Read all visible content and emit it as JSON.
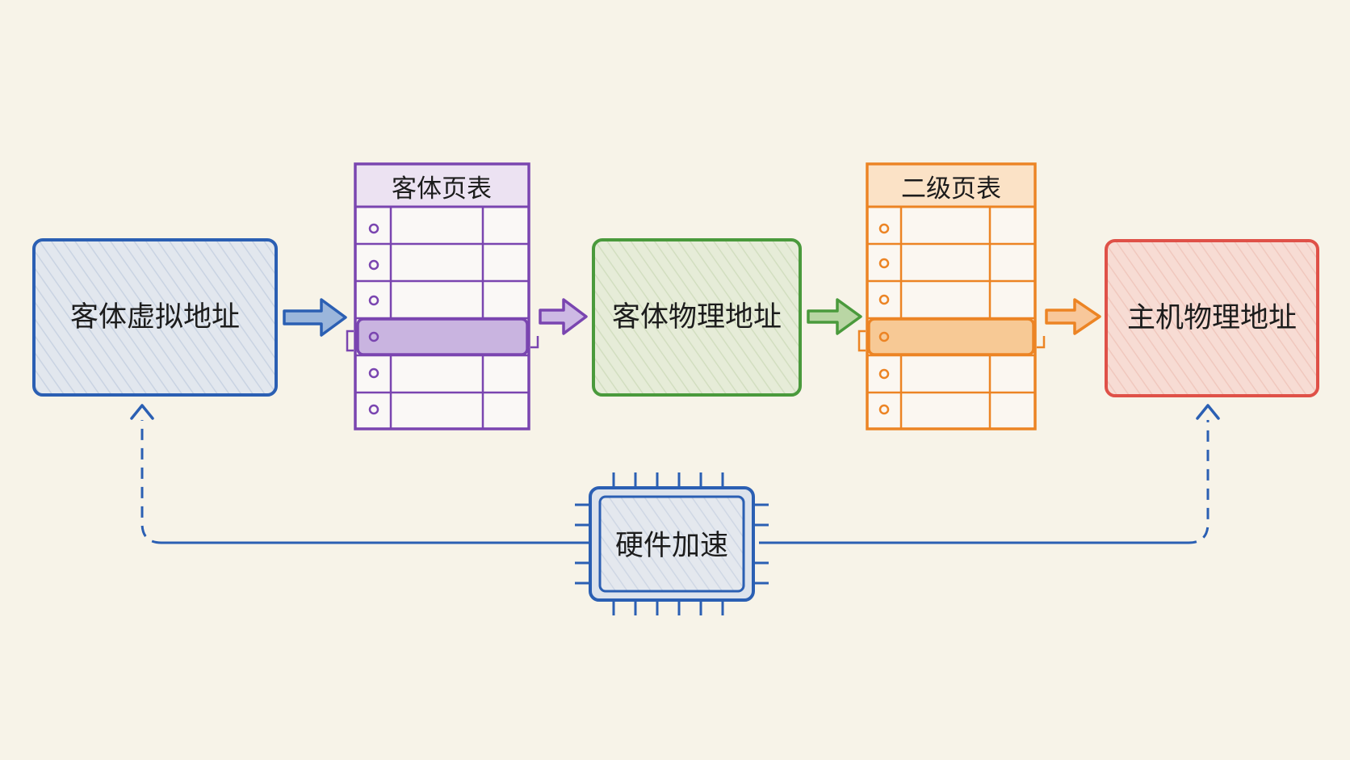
{
  "nodes": {
    "guest_virtual": {
      "label": "客体虚拟地址",
      "color": "#2b5fb3"
    },
    "guest_page_table": {
      "label": "客体页表",
      "color": "#7a45b0"
    },
    "guest_physical": {
      "label": "客体物理地址",
      "color": "#4a9a3c"
    },
    "second_level_table": {
      "label": "二级页表",
      "color": "#ec8424"
    },
    "host_physical": {
      "label": "主机物理地址",
      "color": "#df5148"
    },
    "hw_accel": {
      "label": "硬件加速",
      "color": "#2b5fb3"
    }
  }
}
